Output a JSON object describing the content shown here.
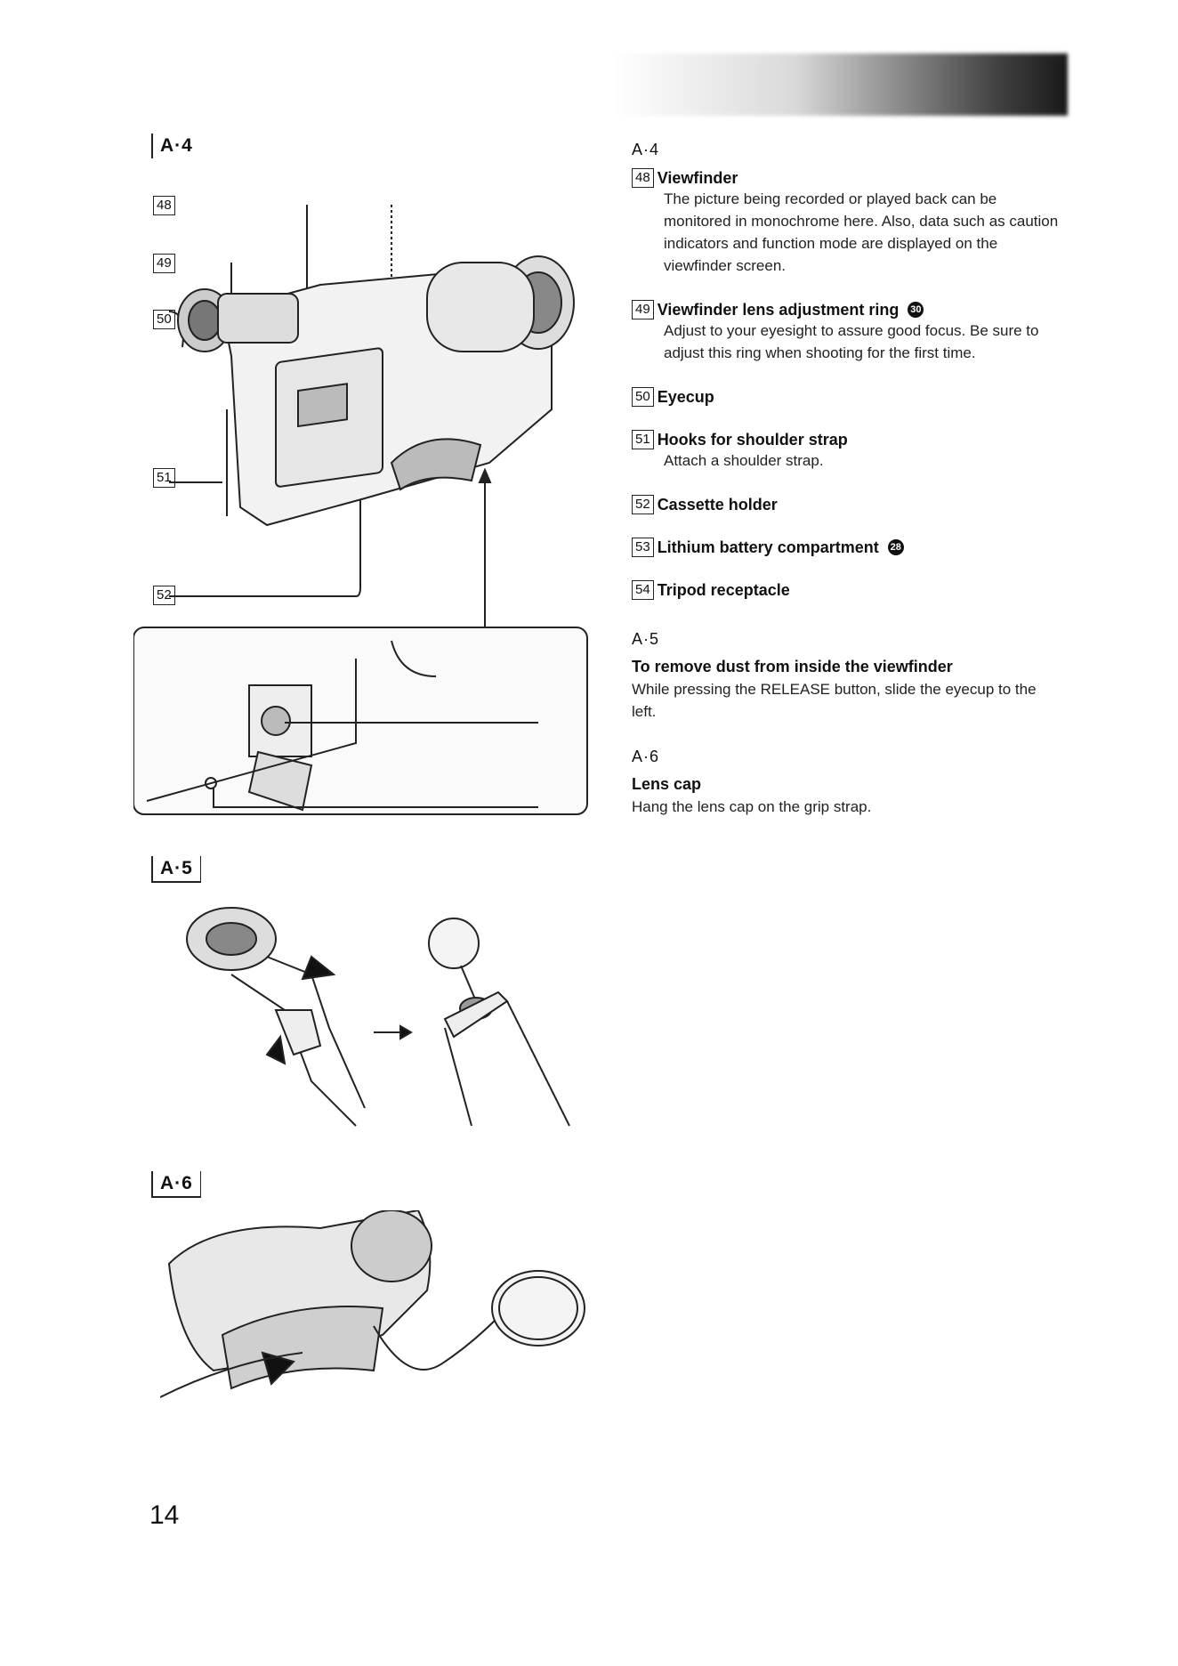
{
  "figure_labels": {
    "a4": "A·4",
    "a5": "A·5",
    "a6": "A·6"
  },
  "callouts": [
    "48",
    "49",
    "50",
    "51",
    "52",
    "53",
    "54"
  ],
  "sections": {
    "a4_ref": "A·4",
    "items": [
      {
        "num": "48",
        "title": "Viewfinder",
        "body": "The picture being recorded or played back can be monitored in monochrome here. Also, data such as caution indicators and function mode are displayed on the viewfinder screen."
      },
      {
        "num": "49",
        "title": "Viewfinder lens adjustment ring",
        "badge": "30",
        "body": "Adjust to your eyesight to assure good focus. Be sure to adjust this ring when shooting for the first time."
      },
      {
        "num": "50",
        "title": "Eyecup",
        "body": ""
      },
      {
        "num": "51",
        "title": "Hooks for shoulder strap",
        "body": "Attach a shoulder strap."
      },
      {
        "num": "52",
        "title": "Cassette holder",
        "body": ""
      },
      {
        "num": "53",
        "title": "Lithium battery compartment",
        "badge": "28",
        "body": ""
      },
      {
        "num": "54",
        "title": "Tripod receptacle",
        "body": ""
      }
    ],
    "a5_ref": "A·5",
    "a5_title": "To remove dust from inside the viewfinder",
    "a5_body": "While pressing the RELEASE button, slide the eyecup to the left.",
    "a6_ref": "A·6",
    "a6_title": "Lens cap",
    "a6_body": "Hang the lens cap on the grip strap."
  },
  "page_number": "14"
}
